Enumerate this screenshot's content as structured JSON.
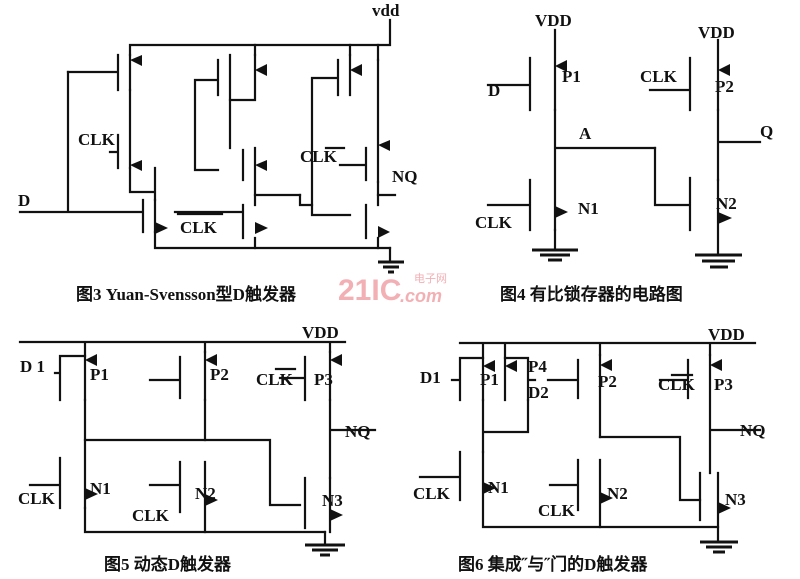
{
  "watermark": {
    "brand": "21IC",
    "sub": "电子网",
    "domain": ".com"
  },
  "fig3": {
    "caption": "图3 Yuan-Svensson型D触发器",
    "vdd": "vdd",
    "d": "D",
    "clk1": "CLK",
    "clk2": "CLK",
    "clk3": "CLK",
    "nq": "NQ"
  },
  "fig4": {
    "caption": "图4 有比锁存器的电路图",
    "vdd1": "VDD",
    "vdd2": "VDD",
    "d": "D",
    "p1": "P1",
    "p2": "P2",
    "a": "A",
    "q": "Q",
    "clk1": "CLK",
    "clk2": "CLK",
    "n1": "N1",
    "n2": "N2"
  },
  "fig5": {
    "caption": "图5 动态D触发器",
    "vdd": "VDD",
    "d1": "D 1",
    "p1": "P1",
    "p2": "P2",
    "p3": "P3",
    "clk_top": "CLK",
    "nq": "NQ",
    "clk1": "CLK",
    "n1": "N1",
    "clk2": "CLK",
    "n2": "N2",
    "n3": "N3"
  },
  "fig6": {
    "caption": "图6 集成˝与˝门的D触发器",
    "vdd": "VDD",
    "d1": "D1",
    "p1": "P1",
    "p4": "P4",
    "d2": "D2",
    "p2": "P2",
    "p3": "P3",
    "clk_top": "CLK",
    "nq": "NQ",
    "clk1": "CLK",
    "n1": "N1",
    "clk2": "CLK",
    "n2": "N2",
    "n3": "N3"
  }
}
